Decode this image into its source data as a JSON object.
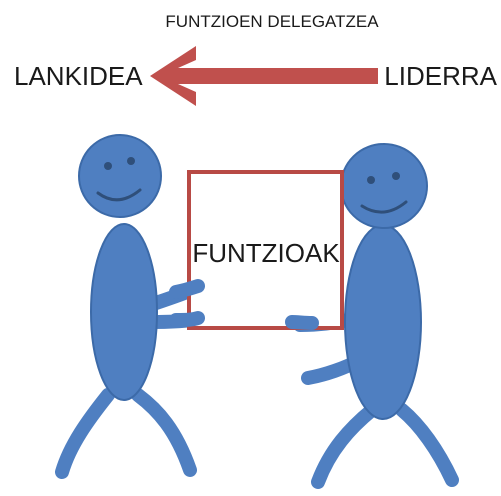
{
  "diagram": {
    "title": "FUNTZIOEN DELEGATZEA",
    "left_label": "LANKIDEA",
    "right_label": "LIDERRA",
    "box_label": "FUNTZIOAK"
  },
  "colors": {
    "figure": "#4f7fc1",
    "arrow": "#c0504d",
    "box_border": "#b84a45"
  }
}
